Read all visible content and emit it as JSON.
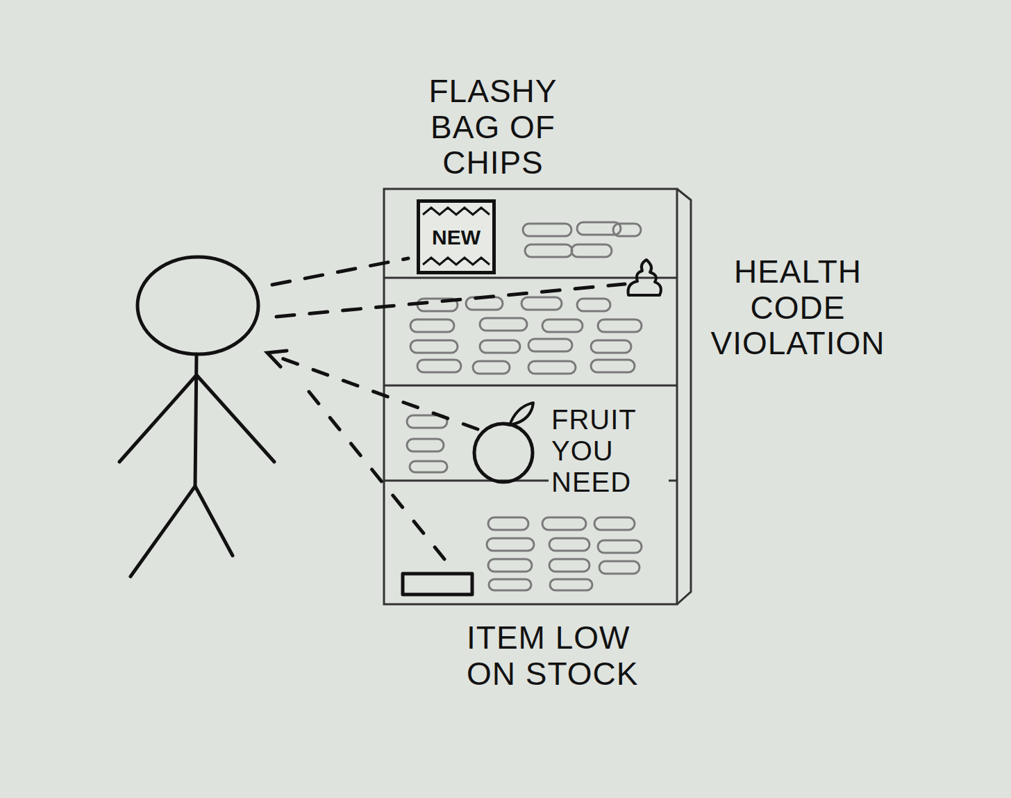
{
  "diagram": {
    "nodes": [
      {
        "text": [
          "NEW"
        ]
      }
    ],
    "labels": [
      "FLASHY BAG OF CHIPS",
      "HEALTH CODE VIOLATION",
      "FRUIT YOU NEED",
      "ITEM LOW ON STOCK"
    ]
  }
}
